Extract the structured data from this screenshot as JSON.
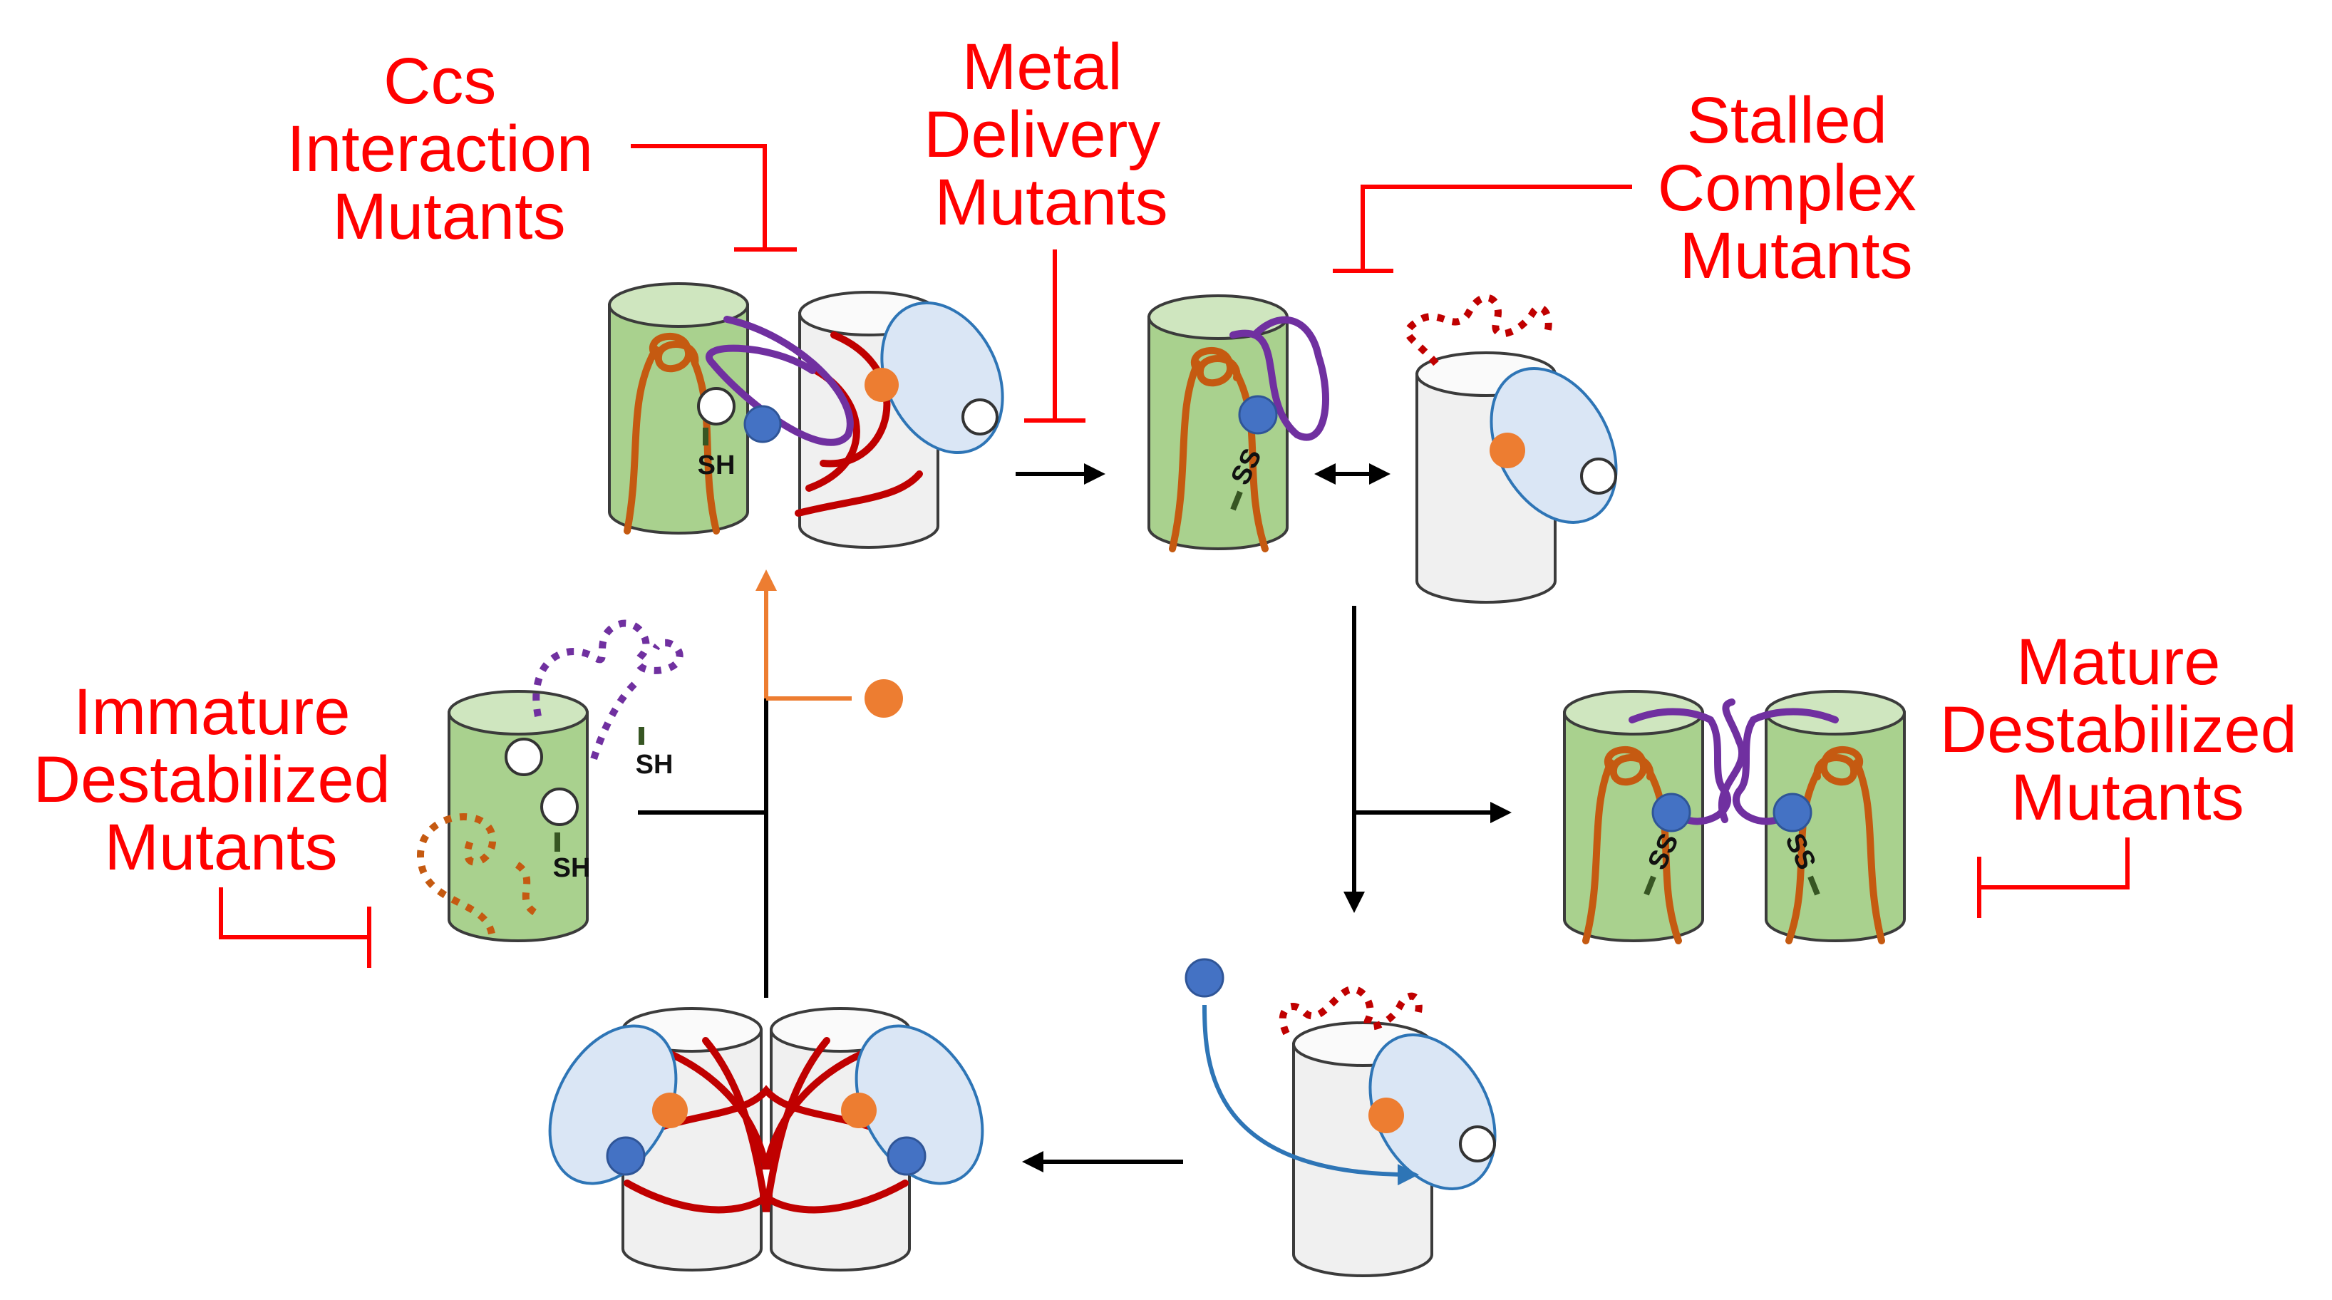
{
  "labels": {
    "ccs_interaction": [
      "Ccs",
      "Interaction",
      "Mutants"
    ],
    "metal_delivery": [
      "Metal",
      "Delivery",
      "Mutants"
    ],
    "stalled_complex": [
      "Stalled",
      "Complex",
      "Mutants"
    ],
    "immature_destabilized": [
      "Immature",
      "Destabilized",
      "Mutants"
    ],
    "mature_destabilized": [
      "Mature",
      "Destabilized",
      "Mutants"
    ]
  },
  "tags": {
    "sh": "SH",
    "ss": "SS"
  },
  "colors": {
    "label_red": "#ff0000",
    "sod1_green": "#a9d18e",
    "ccs_grey": "#f0f0f0",
    "ccs_domain_blue": "#dae6f5",
    "zinc_orange": "#ed7d31",
    "copper_blue": "#4472c4",
    "strand_orange": "#c55a11",
    "strand_red": "#c00000",
    "strand_purple": "#7030a0",
    "arrow_orange": "#ed7d31",
    "arrow_blue": "#2e75b6"
  },
  "icons": {
    "inhibition": "t-bar-inhibition-icon",
    "zinc_ion": "orange-circle-icon",
    "copper_ion": "blue-circle-icon"
  }
}
